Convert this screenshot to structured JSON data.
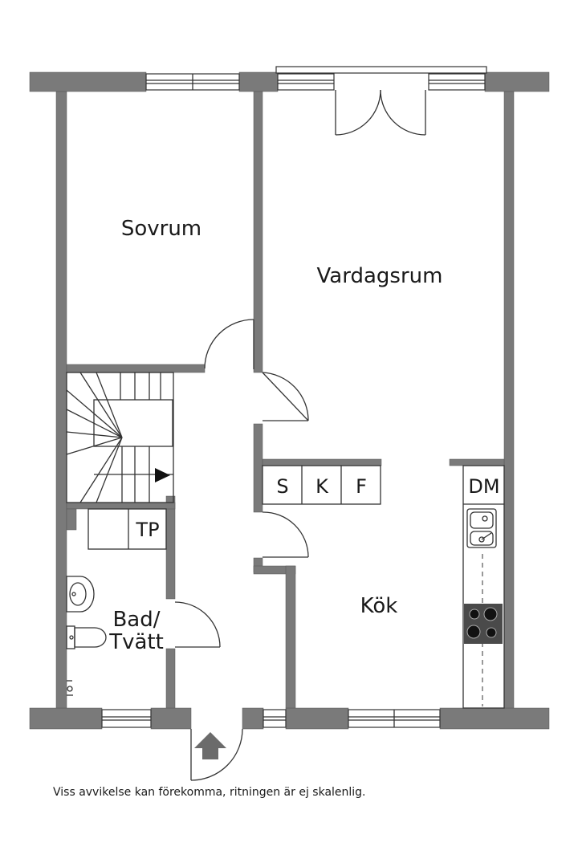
{
  "rooms": {
    "bedroom": "Sovrum",
    "living_room": "Vardagsrum",
    "kitchen": "Kök",
    "bath_line1": "Bad/",
    "bath_line2": "Tvätt"
  },
  "closets": {
    "s": "S",
    "k": "K",
    "f": "F",
    "tp": "TP",
    "dm": "DM"
  },
  "footnote": "Viss avvikelse kan förekomma, ritningen är ej skalenlig.",
  "colors": {
    "wall": "#7a7a7a",
    "stove": "#4a4a4a"
  }
}
